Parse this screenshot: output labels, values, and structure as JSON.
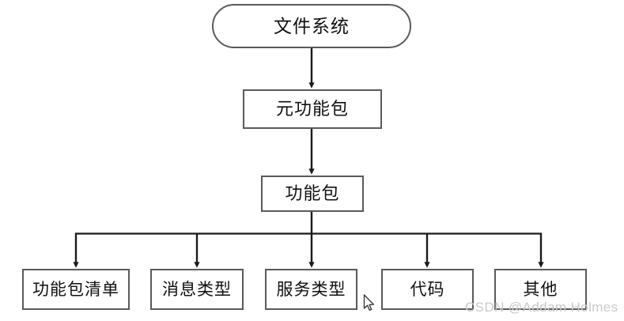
{
  "diagram": {
    "type": "hierarchy-tree",
    "background_color": "#ffffff",
    "node_border_color": "#5a5a5a",
    "edge_color": "#1a1a1a",
    "nodes": [
      {
        "id": "root",
        "label": "文件系统",
        "shape": "stadium",
        "level": 0
      },
      {
        "id": "meta-pkg",
        "label": "元功能包",
        "shape": "rectangle",
        "level": 1
      },
      {
        "id": "pkg",
        "label": "功能包",
        "shape": "rectangle",
        "level": 2
      },
      {
        "id": "pkg-manifest",
        "label": "功能包清单",
        "shape": "rectangle",
        "level": 3
      },
      {
        "id": "msg-type",
        "label": "消息类型",
        "shape": "rectangle",
        "level": 3
      },
      {
        "id": "srv-type",
        "label": "服务类型",
        "shape": "rectangle",
        "level": 3
      },
      {
        "id": "code",
        "label": "代码",
        "shape": "rectangle",
        "level": 3
      },
      {
        "id": "other",
        "label": "其他",
        "shape": "rectangle",
        "level": 3
      }
    ],
    "edges": [
      {
        "from": "root",
        "to": "meta-pkg",
        "arrow": true
      },
      {
        "from": "meta-pkg",
        "to": "pkg",
        "arrow": true
      },
      {
        "from": "pkg",
        "to": "pkg-manifest",
        "arrow": true
      },
      {
        "from": "pkg",
        "to": "msg-type",
        "arrow": true
      },
      {
        "from": "pkg",
        "to": "srv-type",
        "arrow": true
      },
      {
        "from": "pkg",
        "to": "code",
        "arrow": true
      },
      {
        "from": "pkg",
        "to": "other",
        "arrow": true
      }
    ]
  },
  "overlay": {
    "watermark": "CSDN @Addam Holmes",
    "watermark_color": "#c9c9c9",
    "cursor": "arrow-pointer"
  }
}
